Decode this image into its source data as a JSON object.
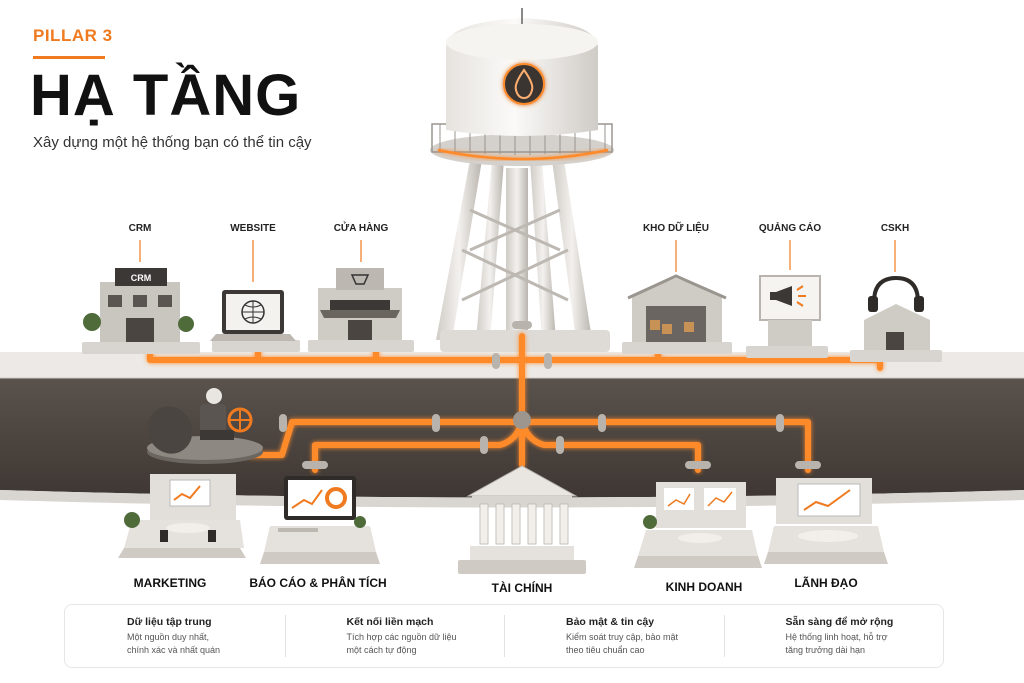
{
  "header": {
    "pillar": "PILLAR 3",
    "title": "HẠ TẦNG",
    "subtitle": "Xây dựng một hệ thống bạn có thể tin cậy"
  },
  "surface_nodes": [
    {
      "label": "CRM",
      "sign": "CRM"
    },
    {
      "label": "WEBSITE"
    },
    {
      "label": "CỬA HÀNG"
    },
    {
      "label": "KHO DỮ LIỆU"
    },
    {
      "label": "QUẢNG CÁO"
    },
    {
      "label": "CSKH"
    }
  ],
  "departments": [
    {
      "label": "MARKETING"
    },
    {
      "label": "BÁO CÁO & PHÂN TÍCH"
    },
    {
      "label": "TÀI CHÍNH"
    },
    {
      "label": "KINH DOANH"
    },
    {
      "label": "LÃNH ĐẠO"
    }
  ],
  "features": [
    {
      "icon": "shield-check-icon",
      "title": "Dữ liệu tập trung",
      "desc": "Một nguồn duy nhất,\nchính xác và nhất quán"
    },
    {
      "icon": "sliders-icon",
      "title": "Kết nối liền mạch",
      "desc": "Tích hợp các nguồn dữ liệu\nmột cách tự động"
    },
    {
      "icon": "lock-icon",
      "title": "Bảo mật & tin cậy",
      "desc": "Kiểm soát truy cập, bảo mật\ntheo tiêu chuẩn cao"
    },
    {
      "icon": "clock-arrow-icon",
      "title": "Sẵn sàng để mở rộng",
      "desc": "Hệ thống linh hoạt, hỗ trợ\ntăng trưởng dài hạn"
    }
  ],
  "colors": {
    "accent": "#f07a1f",
    "pipe_glow": "#ff8a2a",
    "ground": "#4a4440",
    "surface": "#ece9e6"
  }
}
